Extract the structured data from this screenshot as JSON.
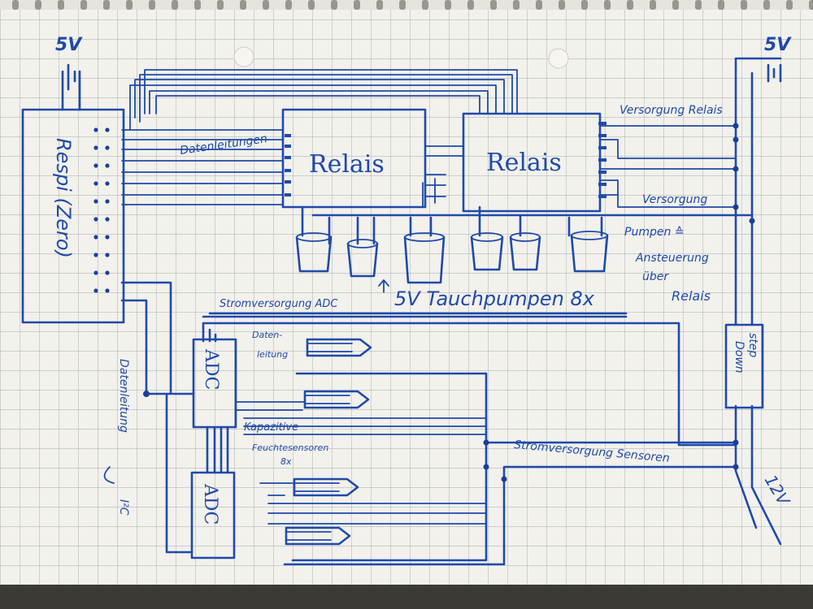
{
  "labels": {
    "supply_5v_left": "5V",
    "supply_5v_right": "5V",
    "raspi": "Respi (Zero)",
    "data_lines_top": "Datenleitungen",
    "relay_1": "Relais",
    "relay_2": "Relais",
    "supply_relays": "Versorgung Relais",
    "supply": "Versorgung",
    "pump_control_line1": "Pumpen ≙",
    "pump_control_line2": "Ansteuerung",
    "pump_control_line3": "über",
    "pump_control_line4": "Relais",
    "pumps_caption": "5V Tauchpumpen 8x",
    "adc_supply": "Stromversorgung ADC",
    "adc_1": "ADC",
    "adc_2": "ADC",
    "data_lines_small_1": "Daten-",
    "data_lines_small_2": "leitung",
    "sensors_line1": "Kapazitive",
    "sensors_line2": "Feuchtesensoren",
    "sensors_line3": "8x",
    "sensor_supply": "Stromversorgung Sensoren",
    "step_down_1": "step",
    "step_down_2": "Down",
    "data_line_i2c_1": "Datenleitung",
    "data_line_i2c_2": "I²C",
    "input_12v": "12V"
  },
  "colors": {
    "ink": "#1f4aa8",
    "paper": "#f2f1ec",
    "grid": "#9aa2a6"
  }
}
